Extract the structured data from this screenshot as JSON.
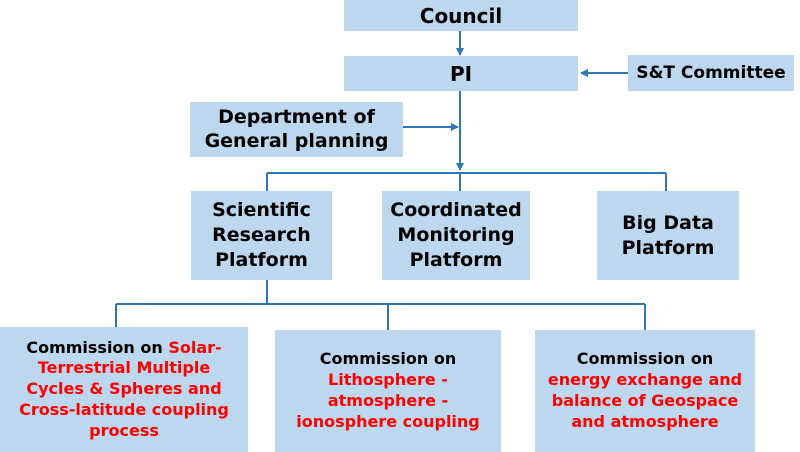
{
  "nodes": {
    "council": {
      "label": "Council"
    },
    "pi": {
      "label": "PI"
    },
    "st_committee": {
      "label": "S&T Committee"
    },
    "dept_general_planning": {
      "line1": "Department of",
      "line2": "General planning"
    },
    "scientific_research_platform": {
      "line1": "Scientific",
      "line2": "Research",
      "line3": "Platform"
    },
    "coordinated_monitoring_platform": {
      "line1": "Coordinated",
      "line2": "Monitoring",
      "line3": "Platform"
    },
    "big_data_platform": {
      "line1": "Big Data",
      "line2": "Platform"
    },
    "commission_solar": {
      "prefix": "Commission on ",
      "red_line1": "Solar-",
      "red_line2": "Terrestrial Multiple",
      "red_line3": "Cycles & Spheres and",
      "red_line4": "Cross-latitude coupling",
      "red_line5": "process"
    },
    "commission_litho": {
      "prefix": "Commission on",
      "red_line1": "Lithosphere -",
      "red_line2": "atmosphere -",
      "red_line3": "ionosphere coupling"
    },
    "commission_energy": {
      "prefix": "Commission on",
      "red_line1": "energy exchange and",
      "red_line2": "balance of Geospace",
      "red_line3": "and atmosphere"
    }
  },
  "colors": {
    "box_fill": "#bdd7ee",
    "connector": "#2e75b6",
    "highlight_text": "#ff0000"
  }
}
